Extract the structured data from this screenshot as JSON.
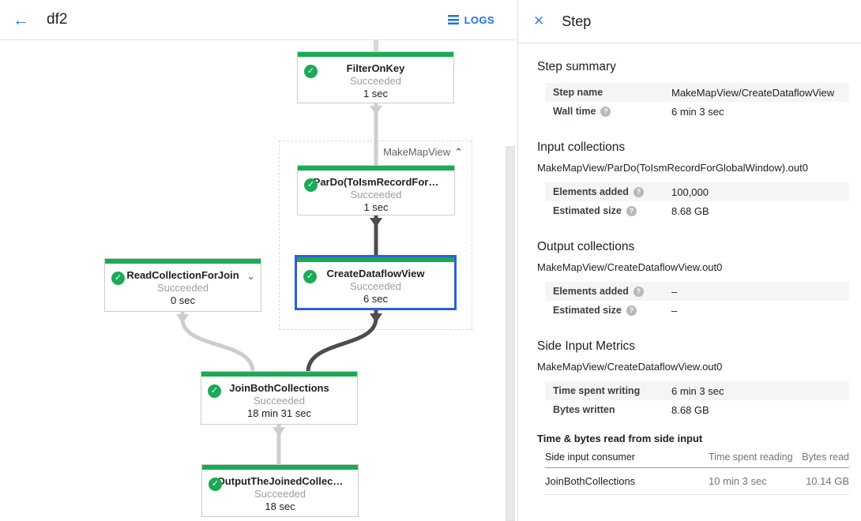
{
  "header": {
    "title": "df2",
    "logs_label": "LOGS"
  },
  "icons": {
    "back": "←",
    "logs": "menu-list",
    "close": "✕",
    "check": "✓",
    "collapse_up": "⌃",
    "expand_down": "⌄",
    "help": "?"
  },
  "colors": {
    "accent_blue": "#1a73e8",
    "success_green": "#1baa55",
    "selection_blue": "#2b5fd9",
    "edge_light": "#cdcdcd",
    "edge_dark": "#4d4d4d"
  },
  "graph": {
    "group_label": "MakeMapView",
    "nodes": [
      {
        "title": "FilterOnKey",
        "status": "Succeeded",
        "time": "1 sec"
      },
      {
        "title": "ParDo(ToIsmRecordFor…",
        "status": "Succeeded",
        "time": "1 sec"
      },
      {
        "title": "CreateDataflowView",
        "status": "Succeeded",
        "time": "6 sec",
        "selected": true
      },
      {
        "title": "ReadCollectionForJoin",
        "status": "Succeeded",
        "time": "0 sec"
      },
      {
        "title": "JoinBothCollections",
        "status": "Succeeded",
        "time": "18 min 31 sec"
      },
      {
        "title": "OutputTheJoinedCollec…",
        "status": "Succeeded",
        "time": "18 sec"
      }
    ]
  },
  "panel": {
    "title": "Step",
    "step_summary": {
      "heading": "Step summary",
      "rows": [
        {
          "label": "Step name",
          "value": "MakeMapView/CreateDataflowView"
        },
        {
          "label": "Wall time",
          "value": "6 min 3 sec"
        }
      ]
    },
    "input_collections": {
      "heading": "Input collections",
      "subtitle": "MakeMapView/ParDo(ToIsmRecordForGlobalWindow).out0",
      "rows": [
        {
          "label": "Elements added",
          "value": "100,000"
        },
        {
          "label": "Estimated size",
          "value": "8.68 GB"
        }
      ]
    },
    "output_collections": {
      "heading": "Output collections",
      "subtitle": "MakeMapView/CreateDataflowView.out0",
      "rows": [
        {
          "label": "Elements added",
          "value": "–"
        },
        {
          "label": "Estimated size",
          "value": "–"
        }
      ]
    },
    "side_input_metrics": {
      "heading": "Side Input Metrics",
      "subtitle": "MakeMapView/CreateDataflowView.out0",
      "rows": [
        {
          "label": "Time spent writing",
          "value": "6 min 3 sec"
        },
        {
          "label": "Bytes written",
          "value": "8.68 GB"
        }
      ]
    },
    "side_input_table": {
      "heading": "Time & bytes read from side input",
      "columns": [
        "Side input consumer",
        "Time spent reading",
        "Bytes read"
      ],
      "rows": [
        {
          "consumer": "JoinBothCollections",
          "time": "10 min 3 sec",
          "bytes": "10.14 GB"
        }
      ]
    }
  }
}
